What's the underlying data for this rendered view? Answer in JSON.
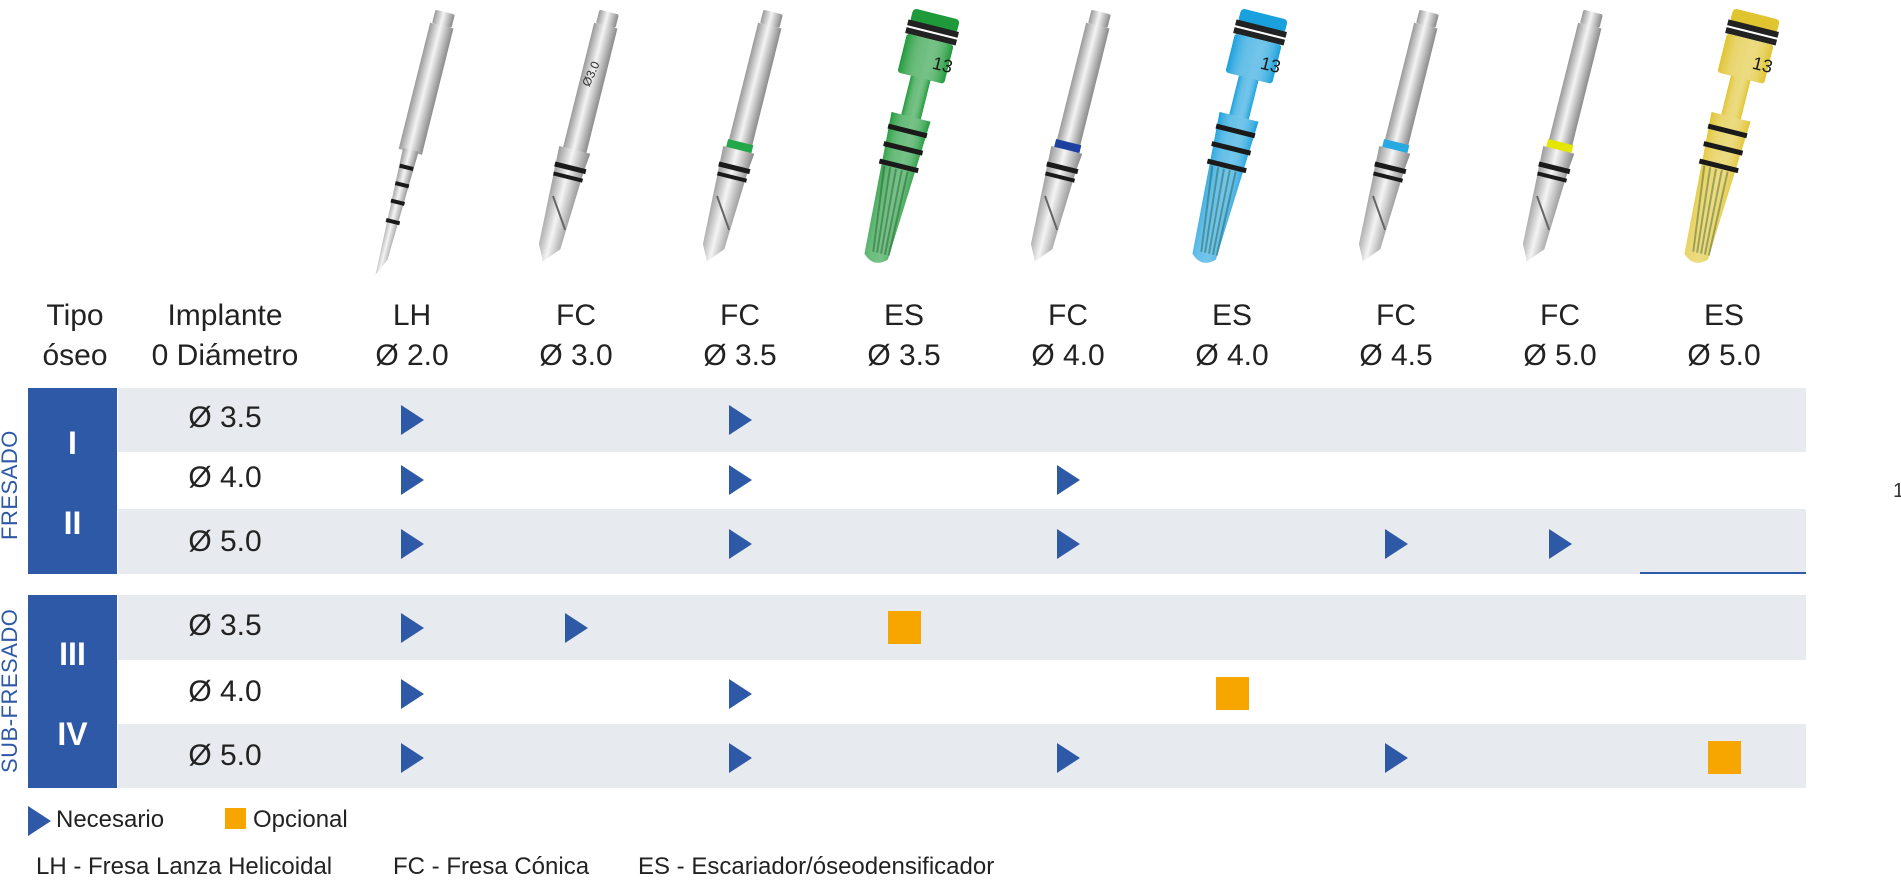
{
  "header": {
    "tipo_line1": "Tipo",
    "tipo_line2": "óseo",
    "implante_line1": "Implante",
    "implante_line2": "0 Diámetro"
  },
  "instruments": [
    {
      "code": "LH",
      "diameter": "Ø 2.0",
      "tool": "drill",
      "ring_color": "none",
      "engraving": ""
    },
    {
      "code": "FC",
      "diameter": "Ø 3.0",
      "tool": "drill",
      "ring_color": "none",
      "engraving": "Ø3.0"
    },
    {
      "code": "FC",
      "diameter": "Ø 3.5",
      "tool": "drill",
      "ring_color": "#22a84a",
      "engraving": ""
    },
    {
      "code": "ES",
      "diameter": "Ø 3.5",
      "tool": "reamer",
      "body_color": "#1f9a3a",
      "engraving": "13"
    },
    {
      "code": "FC",
      "diameter": "Ø 4.0",
      "tool": "drill",
      "ring_color": "#1d3fa0",
      "engraving": ""
    },
    {
      "code": "ES",
      "diameter": "Ø 4.0",
      "tool": "reamer",
      "body_color": "#1aa0dc",
      "engraving": "13"
    },
    {
      "code": "FC",
      "diameter": "Ø 4.5",
      "tool": "drill",
      "ring_color": "#27a9e1",
      "engraving": ""
    },
    {
      "code": "FC",
      "diameter": "Ø 5.0",
      "tool": "drill",
      "ring_color": "#e4e600",
      "engraving": ""
    },
    {
      "code": "ES",
      "diameter": "Ø 5.0",
      "tool": "reamer",
      "body_color": "#e0c430",
      "engraving": "13"
    }
  ],
  "groups": [
    {
      "label": "FRESADO",
      "bone_types": [
        "I",
        "II"
      ]
    },
    {
      "label": "SUB-FRESADO",
      "bone_types": [
        "III",
        "IV"
      ]
    }
  ],
  "rows": [
    {
      "diameter": "Ø 3.5",
      "marks": [
        "necesario",
        "",
        "necesario",
        "",
        "",
        "",
        "",
        "",
        ""
      ]
    },
    {
      "diameter": "Ø 4.0",
      "marks": [
        "necesario",
        "",
        "necesario",
        "",
        "necesario",
        "",
        "",
        "",
        ""
      ]
    },
    {
      "diameter": "Ø 5.0",
      "marks": [
        "necesario",
        "",
        "necesario",
        "",
        "necesario",
        "",
        "necesario",
        "necesario",
        ""
      ]
    },
    {
      "diameter": "Ø 3.5",
      "marks": [
        "necesario",
        "necesario",
        "",
        "opcional",
        "",
        "",
        "",
        "",
        ""
      ]
    },
    {
      "diameter": "Ø 4.0",
      "marks": [
        "necesario",
        "",
        "necesario",
        "",
        "",
        "opcional",
        "",
        "",
        ""
      ]
    },
    {
      "diameter": "Ø 5.0",
      "marks": [
        "necesario",
        "",
        "necesario",
        "",
        "necesario",
        "",
        "necesario",
        "",
        "opcional"
      ]
    }
  ],
  "legend": {
    "necesario": "Necesario",
    "opcional": "Opcional",
    "necesario_color": "#2e59a7",
    "opcional_color": "#f7a600"
  },
  "abbreviations": {
    "lh": "LH - Fresa Lanza Helicoidal",
    "fc": "FC - Fresa Cónica",
    "es": "ES - Escariador/óseodensificador"
  },
  "stray_mark": "1"
}
